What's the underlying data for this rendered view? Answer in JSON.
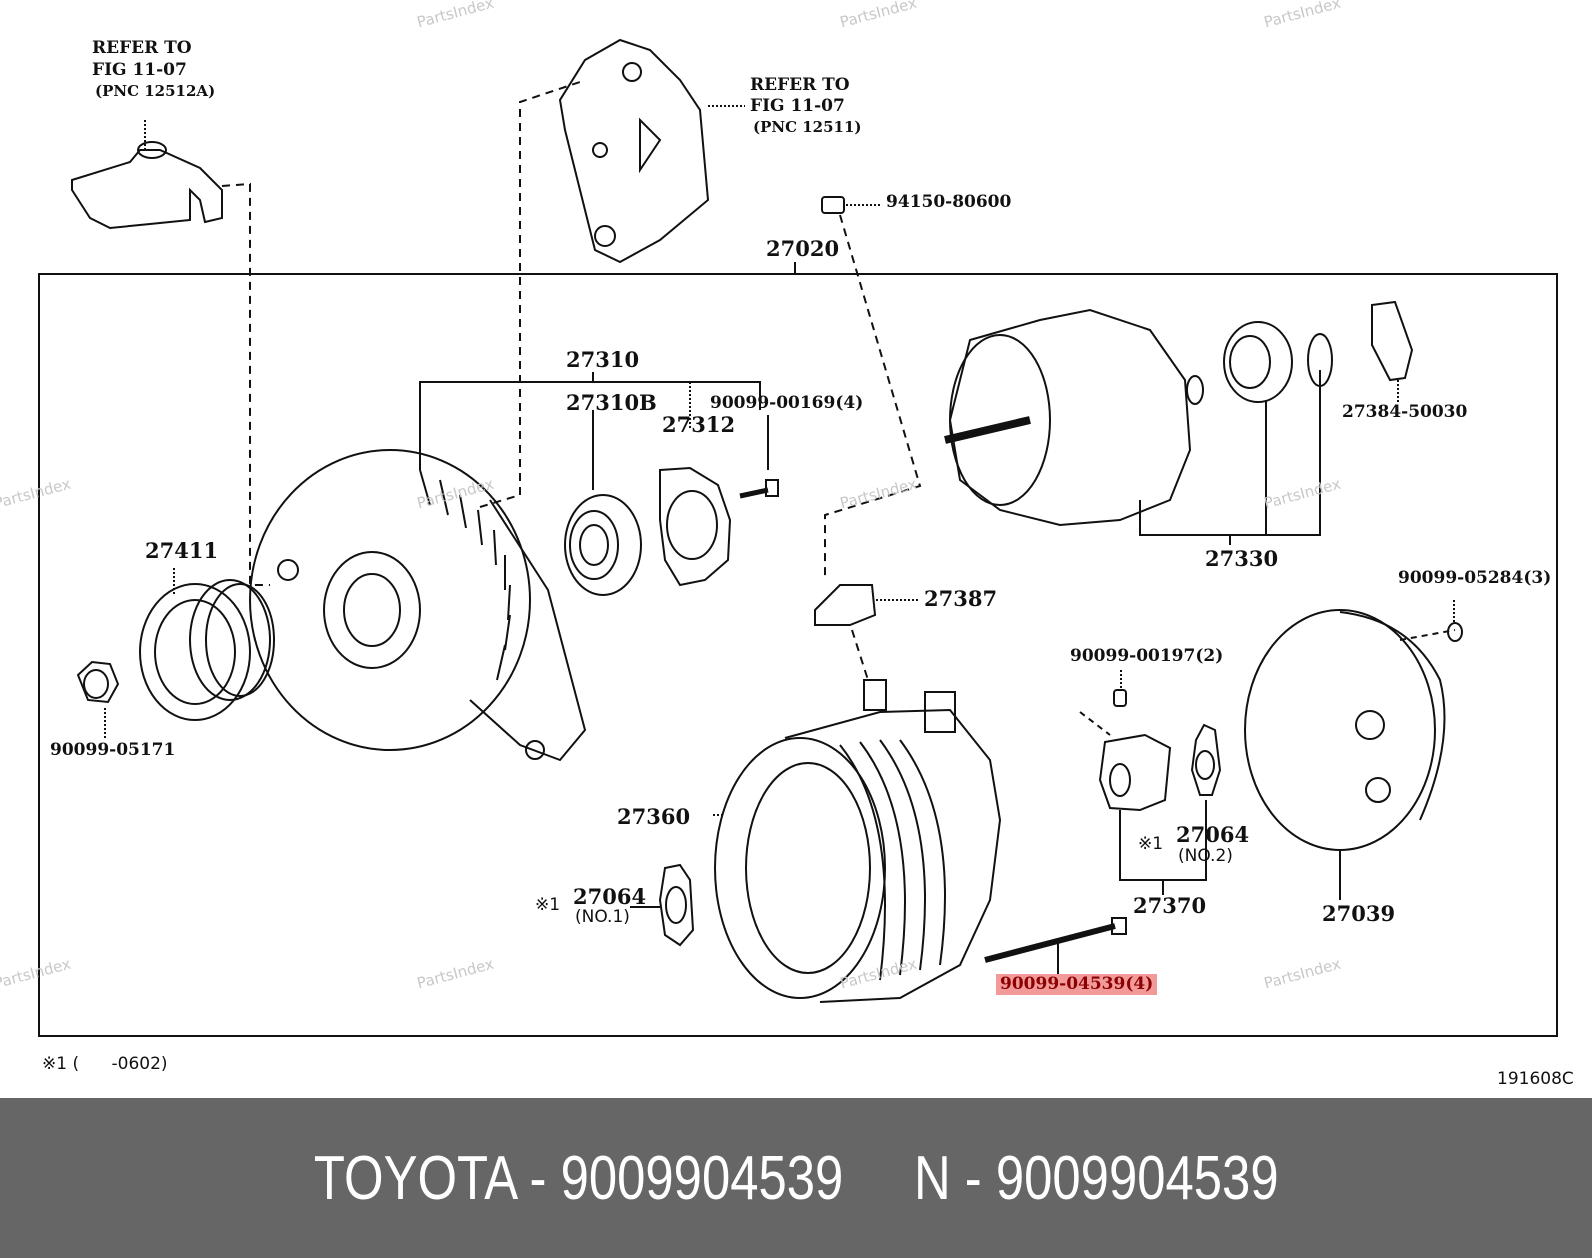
{
  "watermark": "PartsIndex",
  "diagram": {
    "assembly_label": "27020",
    "refer_left": {
      "line1": "REFER TO",
      "line2": "FIG 11-07",
      "line3": "(PNC 12512A)"
    },
    "refer_top": {
      "line1": "REFER TO",
      "line2": "FIG 11-07",
      "line3": "(PNC 12511)"
    },
    "parts": {
      "p94150": "94150-80600",
      "p27310": "27310",
      "p27310b": "27310B",
      "p27312": "27312",
      "p90099_00169": "90099-00169(4)",
      "p27384": "27384-50030",
      "p27330": "27330",
      "p27411": "27411",
      "p90099_05171": "90099-05171",
      "p27387": "27387",
      "p90099_05284": "90099-05284(3)",
      "p90099_00197": "90099-00197(2)",
      "p27360": "27360",
      "p27064_no2": "27064",
      "p27064_no2_sub": "(NO.2)",
      "p27064_no1": "27064",
      "p27064_no1_sub": "(NO.1)",
      "p27370": "27370",
      "p27039": "27039",
      "p90099_04539": "90099-04539(4)",
      "mark1": "※1"
    },
    "highlighted_part": "90099-04539(4)",
    "highlight_color": "#f29a9a",
    "footnote": "※1 (      -0602)",
    "figure_code": "191608C"
  },
  "footer": {
    "text": "TOYOTA - 9009904539     N - 9009904539",
    "background": "#666666"
  }
}
